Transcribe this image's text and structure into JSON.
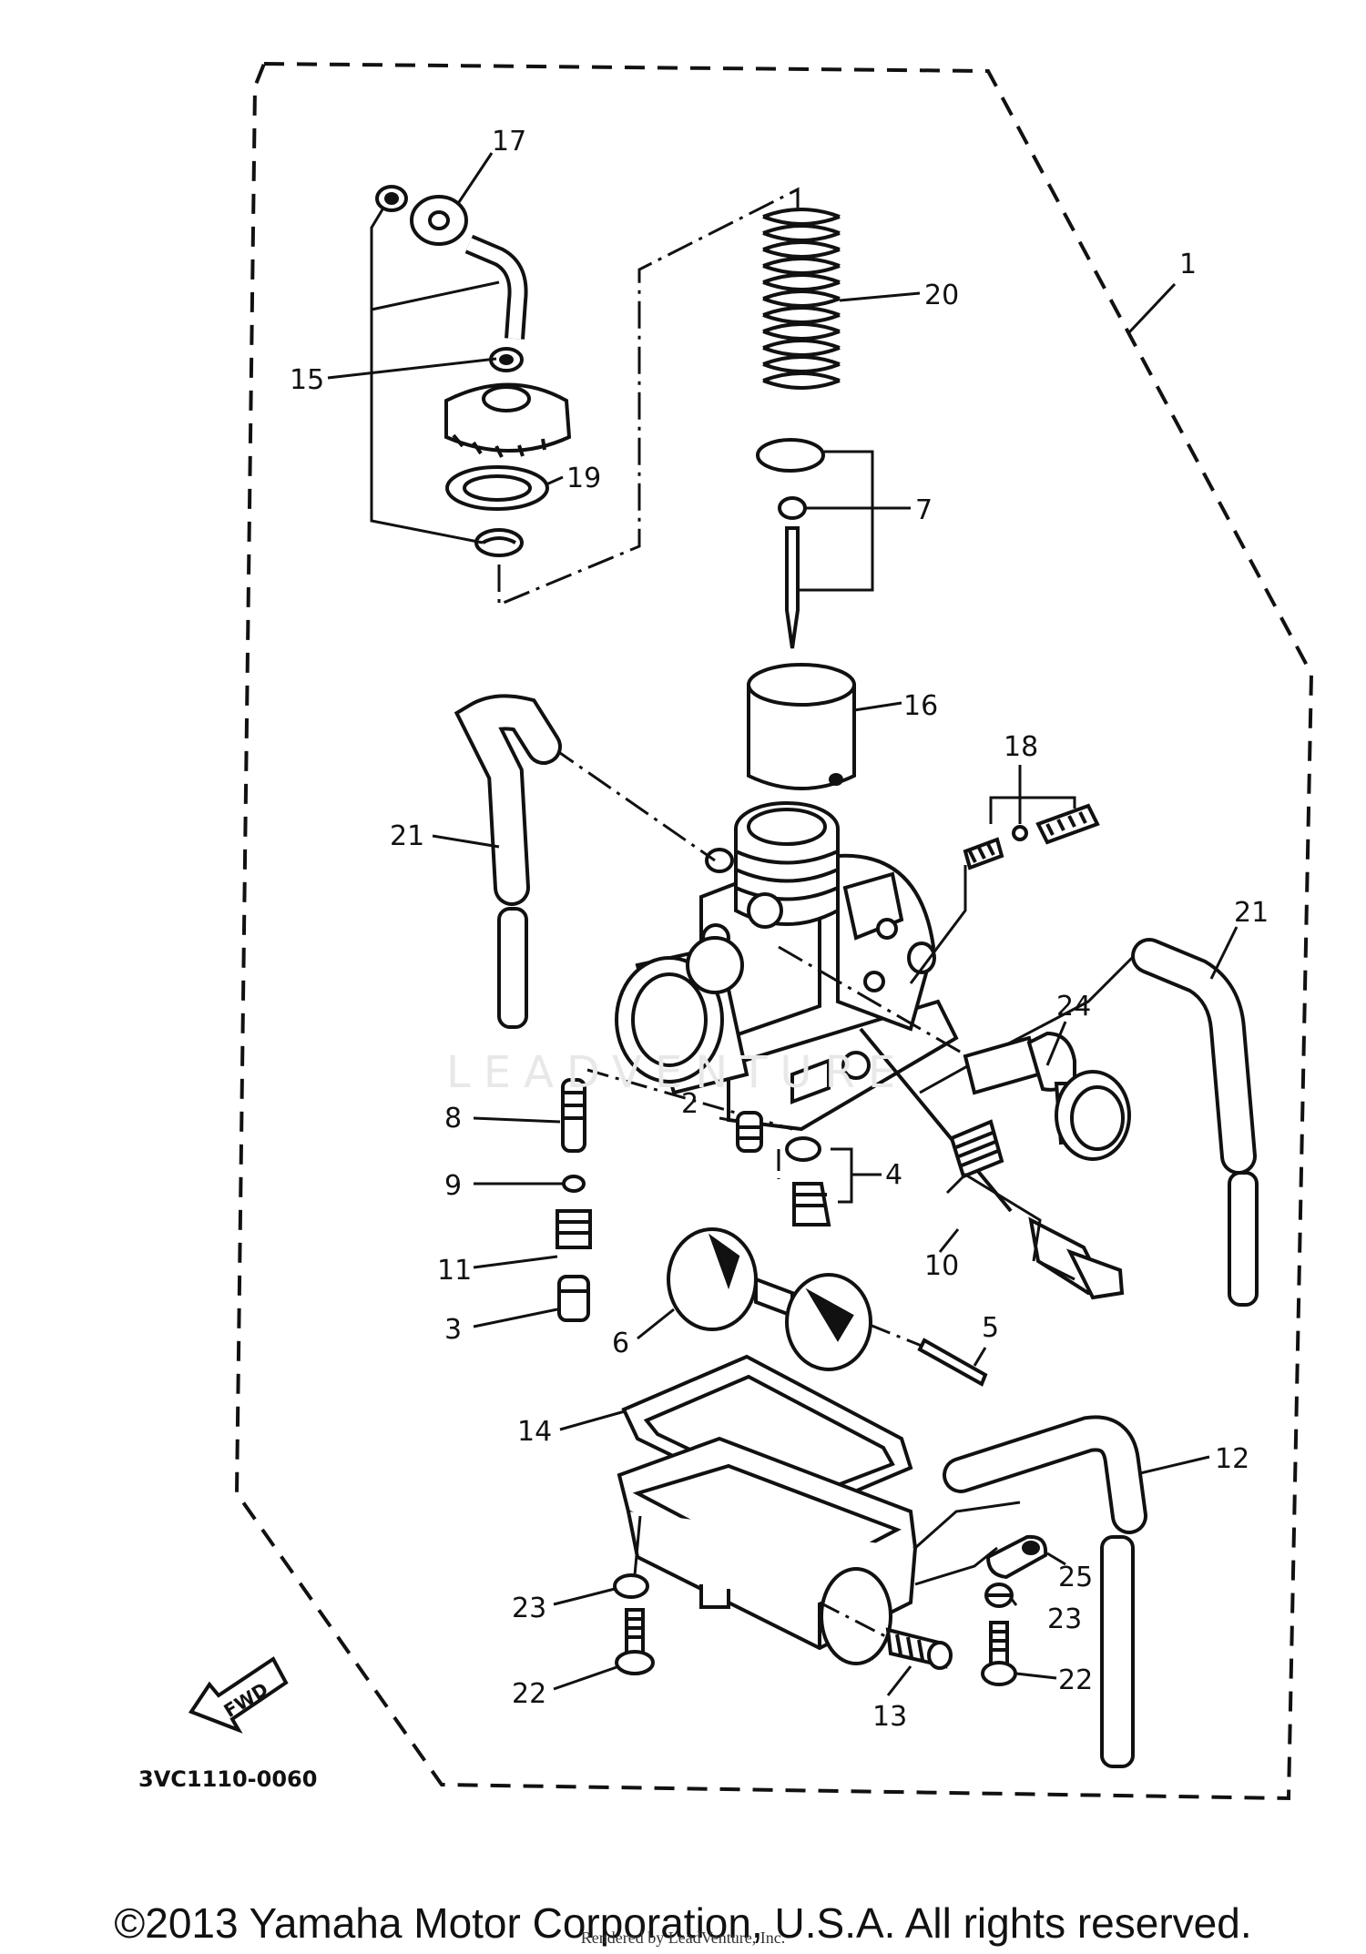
{
  "diagram": {
    "callouts": [
      {
        "id": "c1",
        "label": "1"
      },
      {
        "id": "c2",
        "label": "2"
      },
      {
        "id": "c3",
        "label": "3"
      },
      {
        "id": "c4",
        "label": "4"
      },
      {
        "id": "c5",
        "label": "5"
      },
      {
        "id": "c6",
        "label": "6"
      },
      {
        "id": "c7",
        "label": "7"
      },
      {
        "id": "c8",
        "label": "8"
      },
      {
        "id": "c9",
        "label": "9"
      },
      {
        "id": "c10",
        "label": "10"
      },
      {
        "id": "c11",
        "label": "11"
      },
      {
        "id": "c12",
        "label": "12"
      },
      {
        "id": "c13",
        "label": "13"
      },
      {
        "id": "c14",
        "label": "14"
      },
      {
        "id": "c15",
        "label": "15"
      },
      {
        "id": "c16",
        "label": "16"
      },
      {
        "id": "c17",
        "label": "17"
      },
      {
        "id": "c18",
        "label": "18"
      },
      {
        "id": "c19",
        "label": "19"
      },
      {
        "id": "c20",
        "label": "20"
      },
      {
        "id": "c21a",
        "label": "21"
      },
      {
        "id": "c21b",
        "label": "21"
      },
      {
        "id": "c22a",
        "label": "22"
      },
      {
        "id": "c22b",
        "label": "22"
      },
      {
        "id": "c23a",
        "label": "23"
      },
      {
        "id": "c23b",
        "label": "23"
      },
      {
        "id": "c24",
        "label": "24"
      },
      {
        "id": "c25",
        "label": "25"
      }
    ],
    "fwd_label": "FWD",
    "drawing_code": "3VC1110-0060",
    "watermark": "LEADVENTURE"
  },
  "footer": {
    "copyright": "©2013 Yamaha Motor Corporation, U.S.A. All rights reserved.",
    "credit": "Rendered by LeadVenture, Inc."
  }
}
